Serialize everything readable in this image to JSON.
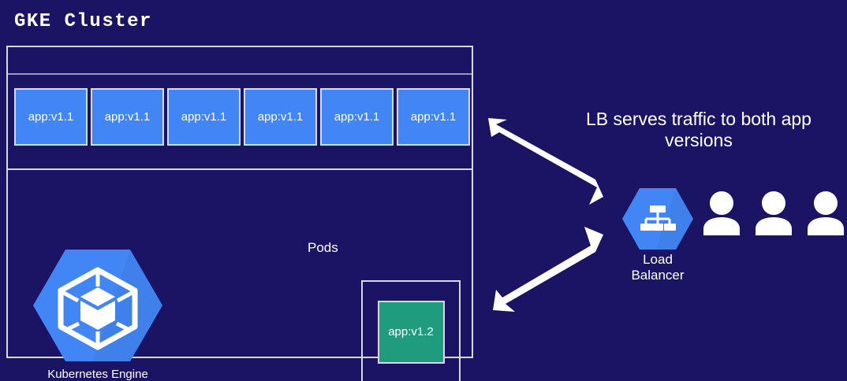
{
  "diagram": {
    "title": "GKE Cluster",
    "background_color": "#1b1464",
    "frame_border_color": "#d8d8e8"
  },
  "cluster": {
    "pods_label": "Pods",
    "pod_color": "#4285f4",
    "pods": [
      {
        "label": "app:v1.1"
      },
      {
        "label": "app:v1.1"
      },
      {
        "label": "app:v1.1"
      },
      {
        "label": "app:v1.1"
      },
      {
        "label": "app:v1.1"
      },
      {
        "label": "app:v1.1"
      }
    ],
    "new_version_pod": {
      "label": "app:v1.2",
      "color": "#1f9b7e"
    },
    "kubernetes_engine": {
      "caption": "Kubernetes Engine",
      "icon": "kubernetes-engine-hexagon-icon",
      "color": "#4285f4"
    }
  },
  "right_panel": {
    "headline_line1": "LB serves traffic to both app",
    "headline_line2": "versions",
    "load_balancer": {
      "caption_line1": "Load",
      "caption_line2": "Balancer",
      "icon": "load-balancer-hexagon-icon",
      "color": "#4285f4"
    },
    "users": [
      {
        "icon": "user-icon"
      },
      {
        "icon": "user-icon"
      },
      {
        "icon": "user-icon"
      }
    ],
    "arrow_color": "#ffffff"
  }
}
